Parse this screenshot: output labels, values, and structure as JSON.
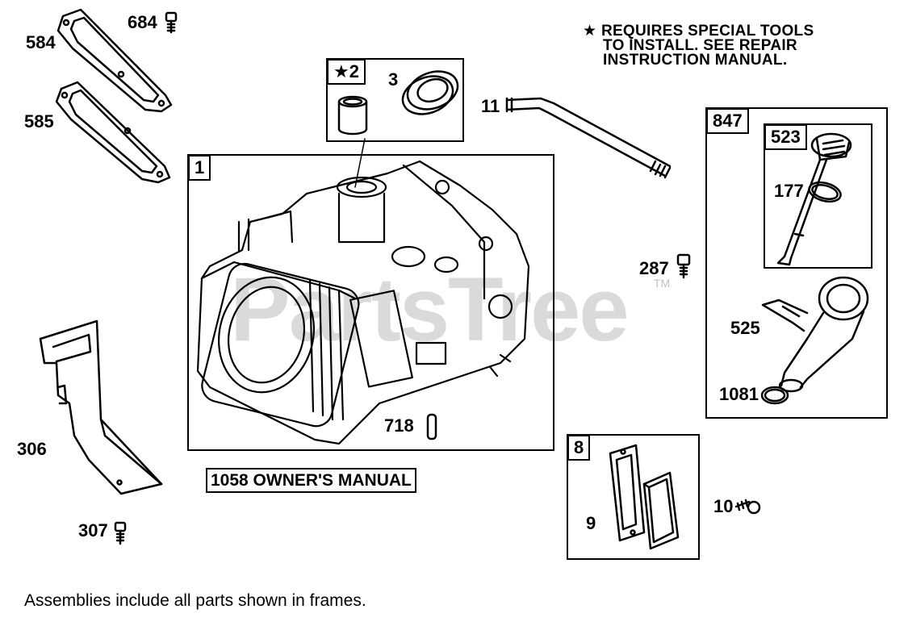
{
  "note": {
    "star": "★",
    "lines": [
      "REQUIRES SPECIAL TOOLS",
      "TO INSTALL.  SEE REPAIR",
      "INSTRUCTION MANUAL."
    ]
  },
  "watermark": {
    "text": "PartsTree",
    "tm": "TM"
  },
  "frames": {
    "cylinder": "1",
    "bushing": "★2",
    "dipstick_assembly": "847",
    "dipstick": "523",
    "gasket_kit": "8"
  },
  "parts": {
    "p584": "584",
    "p684": "684",
    "p585": "585",
    "p3": "3",
    "p11": "11",
    "p177": "177",
    "p287": "287",
    "p525": "525",
    "p1081": "1081",
    "p718": "718",
    "p306": "306",
    "p307": "307",
    "p9": "9",
    "p10": "10"
  },
  "manual_label": "1058 OWNER'S MANUAL",
  "footer": "Assemblies include all parts shown in frames."
}
